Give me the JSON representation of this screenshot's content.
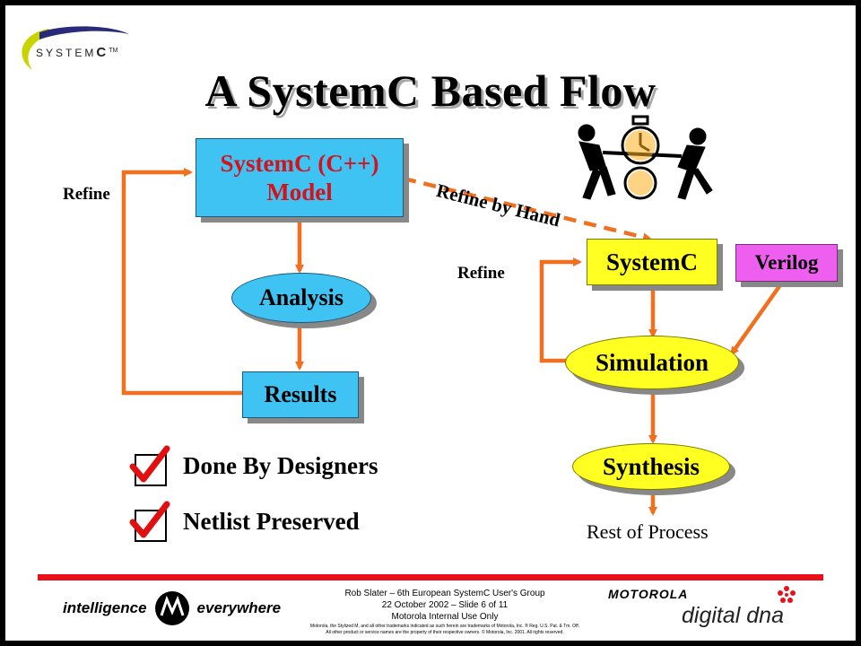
{
  "logo": {
    "text": "SYSTEM",
    "c": "C",
    "tm": "TM"
  },
  "title": "A SystemC Based Flow",
  "nodes": {
    "systemc_model": {
      "line1": "SystemC (C++)",
      "line2": "Model"
    },
    "analysis": "Analysis",
    "results": "Results",
    "systemc": "SystemC",
    "verilog": "Verilog",
    "simulation": "Simulation",
    "synthesis": "Synthesis"
  },
  "labels": {
    "refine_left": "Refine",
    "refine_right": "Refine",
    "refine_by_hand": "Refine by Hand",
    "rest_of_process": "Rest of Process"
  },
  "checklist": [
    {
      "label": "Done By Designers",
      "checked": true
    },
    {
      "label": "Netlist Preserved",
      "checked": true
    }
  ],
  "footer": {
    "tagline_left": "intelligence",
    "tagline_right": "everywhere",
    "presenter": "Rob Slater – 6th European SystemC User's Group",
    "date_slide": "22 October 2002 – Slide 6 of 11",
    "internal": "Motorola Internal Use Only",
    "legal1": "Motorola, the Stylized M, and all other trademarks indicated as such herein are trademarks of Motorola, Inc. ® Reg. U.S. Pat. & Tm. Off.",
    "legal2": "All other product or service names are the property of their respective owners. © Motorola, Inc. 2001. All rights reserved.",
    "brand": "MOTOROLA",
    "brand2": "digital dna"
  },
  "colors": {
    "arrow": "#f07020",
    "blue": "#3fc3f3",
    "yellow": "#ffff22",
    "pink": "#ee5ff0",
    "footer_line": "#e8101a"
  }
}
